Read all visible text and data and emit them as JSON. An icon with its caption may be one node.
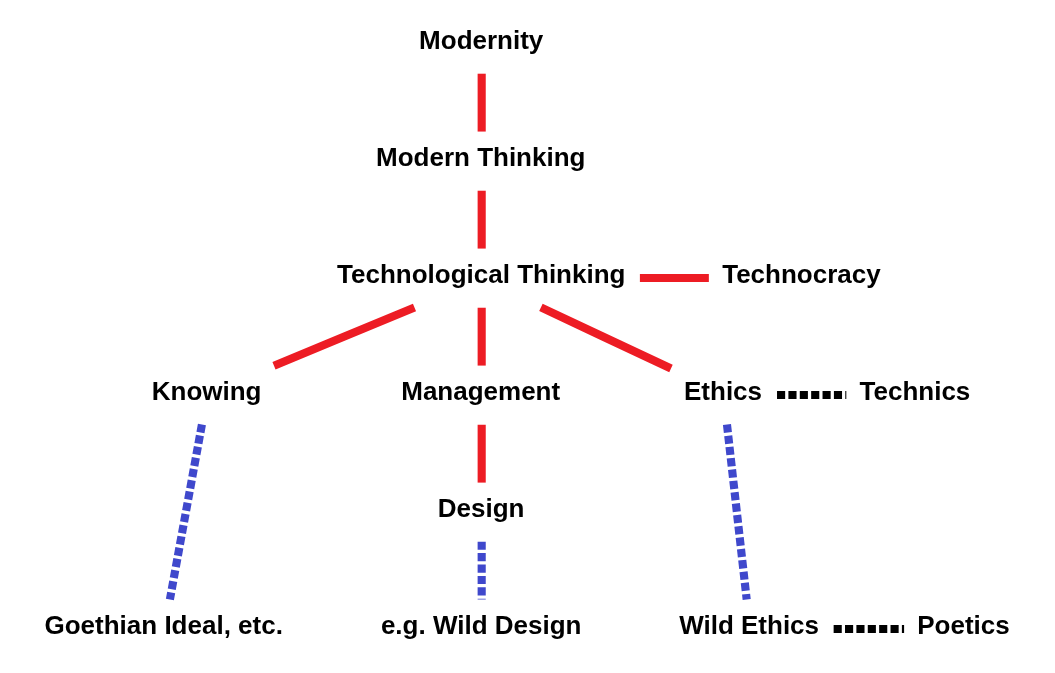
{
  "diagram": {
    "nodes": [
      {
        "text": [
          "Modernity"
        ]
      },
      {
        "text": [
          "Modern Thinking"
        ]
      },
      {
        "text": [
          "Technological Thinking"
        ]
      },
      {
        "text": [
          "Technocracy"
        ]
      },
      {
        "text": [
          "Knowing"
        ]
      },
      {
        "text": [
          "Management"
        ]
      },
      {
        "text": [
          "Ethics"
        ]
      },
      {
        "text": [
          "Technics"
        ]
      },
      {
        "text": [
          "Design"
        ]
      },
      {
        "text": [
          "Goethian Ideal, etc."
        ]
      },
      {
        "text": [
          "e.g. Wild Design"
        ]
      },
      {
        "text": [
          "Wild Ethics"
        ]
      },
      {
        "text": [
          "Poetics"
        ]
      }
    ],
    "edges": [
      {
        "from": 0,
        "to": 1,
        "arrow": "none"
      },
      {
        "from": 1,
        "to": 2,
        "arrow": "none"
      },
      {
        "from": 2,
        "to": 3,
        "arrow": "none"
      },
      {
        "from": 2,
        "to": 4,
        "arrow": "none"
      },
      {
        "from": 2,
        "to": 5,
        "arrow": "none"
      },
      {
        "from": 2,
        "to": 6,
        "arrow": "none"
      },
      {
        "from": 6,
        "to": 7,
        "arrow": "none",
        "style": "dashed",
        "color": "#000000"
      },
      {
        "from": 5,
        "to": 8,
        "arrow": "none"
      },
      {
        "from": 4,
        "to": 9,
        "arrow": "none",
        "style": "dashed",
        "color": "#3f48cc"
      },
      {
        "from": 8,
        "to": 10,
        "arrow": "none",
        "style": "dashed",
        "color": "#3f48cc"
      },
      {
        "from": 6,
        "to": 11,
        "arrow": "none",
        "style": "dashed",
        "color": "#3f48cc"
      },
      {
        "from": 11,
        "to": 12,
        "arrow": "none",
        "style": "dashed",
        "color": "#000000"
      }
    ]
  }
}
